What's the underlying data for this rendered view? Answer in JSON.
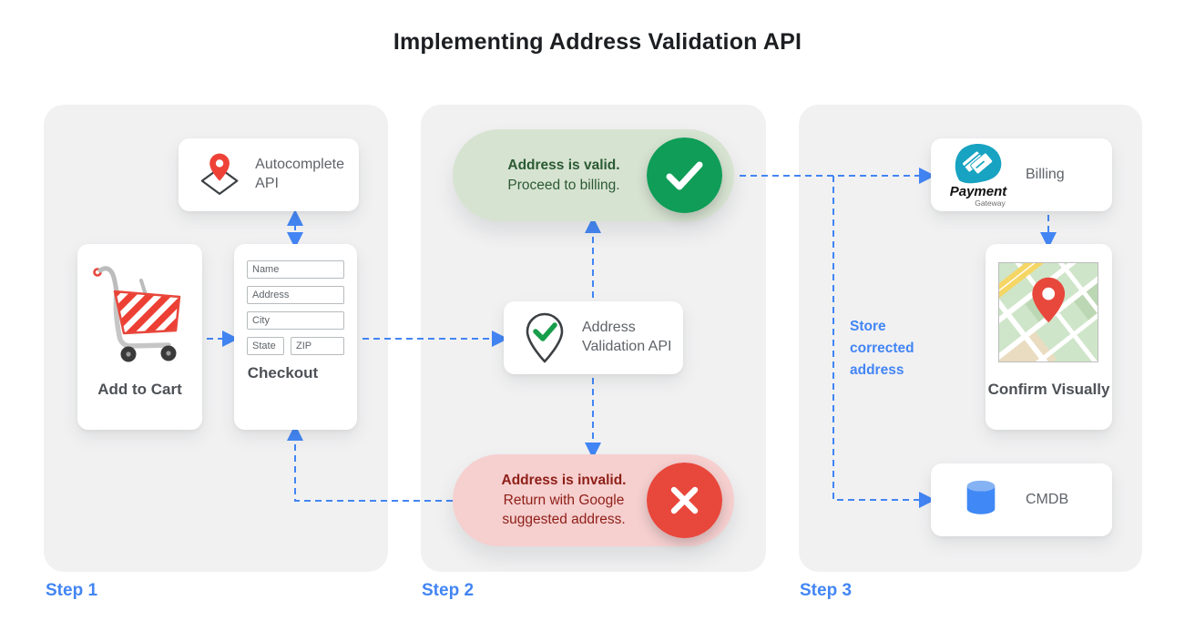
{
  "title": "Implementing Address Validation API",
  "colors": {
    "accent_blue": "#4285f4",
    "green": "#0f9d58",
    "green_pill_bg": "#d7e3d1",
    "green_text": "#2b5a33",
    "red": "#e8473c",
    "red_pill_bg": "#f6cfcf",
    "red_text": "#8e1f17",
    "teal_logo": "#17a3c1",
    "panel_bg": "#f1f1f2"
  },
  "steps": [
    {
      "label": "Step 1"
    },
    {
      "label": "Step 2"
    },
    {
      "label": "Step 3"
    }
  ],
  "step1": {
    "autocomplete": {
      "label": "Autocomplete API",
      "icon": "map-pin-diamond-icon"
    },
    "add_to_cart": {
      "label": "Add to Cart",
      "icon": "shopping-cart-icon"
    },
    "checkout": {
      "label": "Checkout",
      "fields": [
        "Name",
        "Address",
        "City",
        "State",
        "ZIP"
      ]
    }
  },
  "step2": {
    "valid_pill": {
      "title": "Address is valid.",
      "subtitle": "Proceed to billing.",
      "icon": "check-circle-icon"
    },
    "validation_api": {
      "label": "Address Validation API",
      "icon": "pin-check-icon"
    },
    "invalid_pill": {
      "title": "Address is invalid.",
      "subtitle": "Return with Google suggested address.",
      "icon": "x-circle-icon"
    }
  },
  "step3": {
    "billing": {
      "label": "Billing",
      "icon": "payment-gateway-logo",
      "logo": {
        "title": "Payment",
        "subtitle": "Gateway"
      }
    },
    "confirm": {
      "label": "Confirm Visually",
      "icon": "map-thumbnail"
    },
    "cmdb": {
      "label": "CMDB",
      "icon": "database-icon"
    },
    "annotation": "Store corrected address"
  }
}
